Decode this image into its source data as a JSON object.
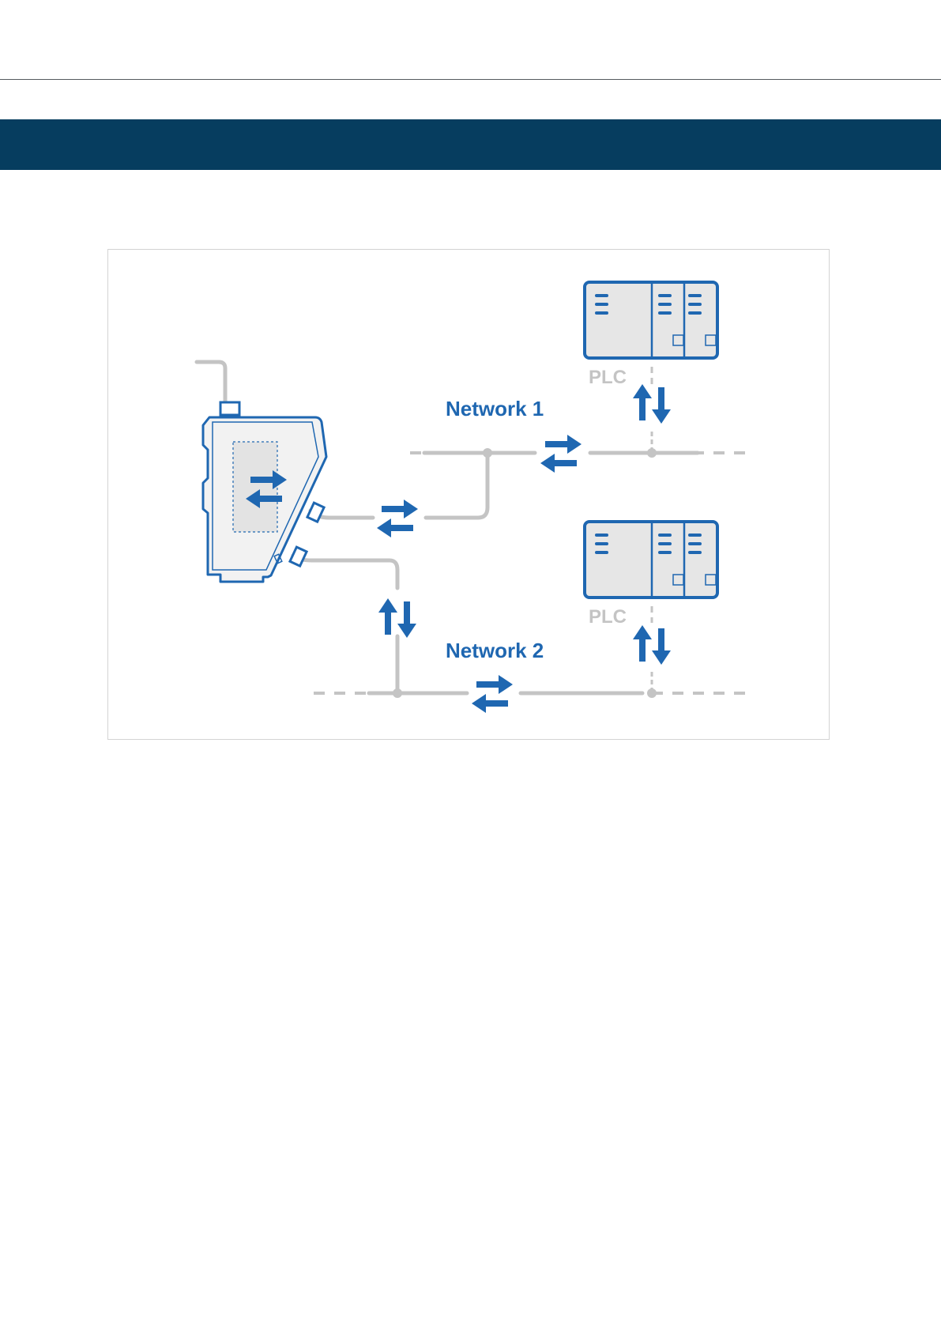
{
  "colors": {
    "band": "#063d5f",
    "accent_blue": "#1f67b1",
    "cable_gray": "#c4c4c4",
    "plc_fill": "#e6e6e6",
    "device_fill": "#ececec"
  },
  "diagram": {
    "network1_label": "Network 1",
    "network2_label": "Network 2",
    "plc1_label": "PLC",
    "plc2_label": "PLC"
  }
}
